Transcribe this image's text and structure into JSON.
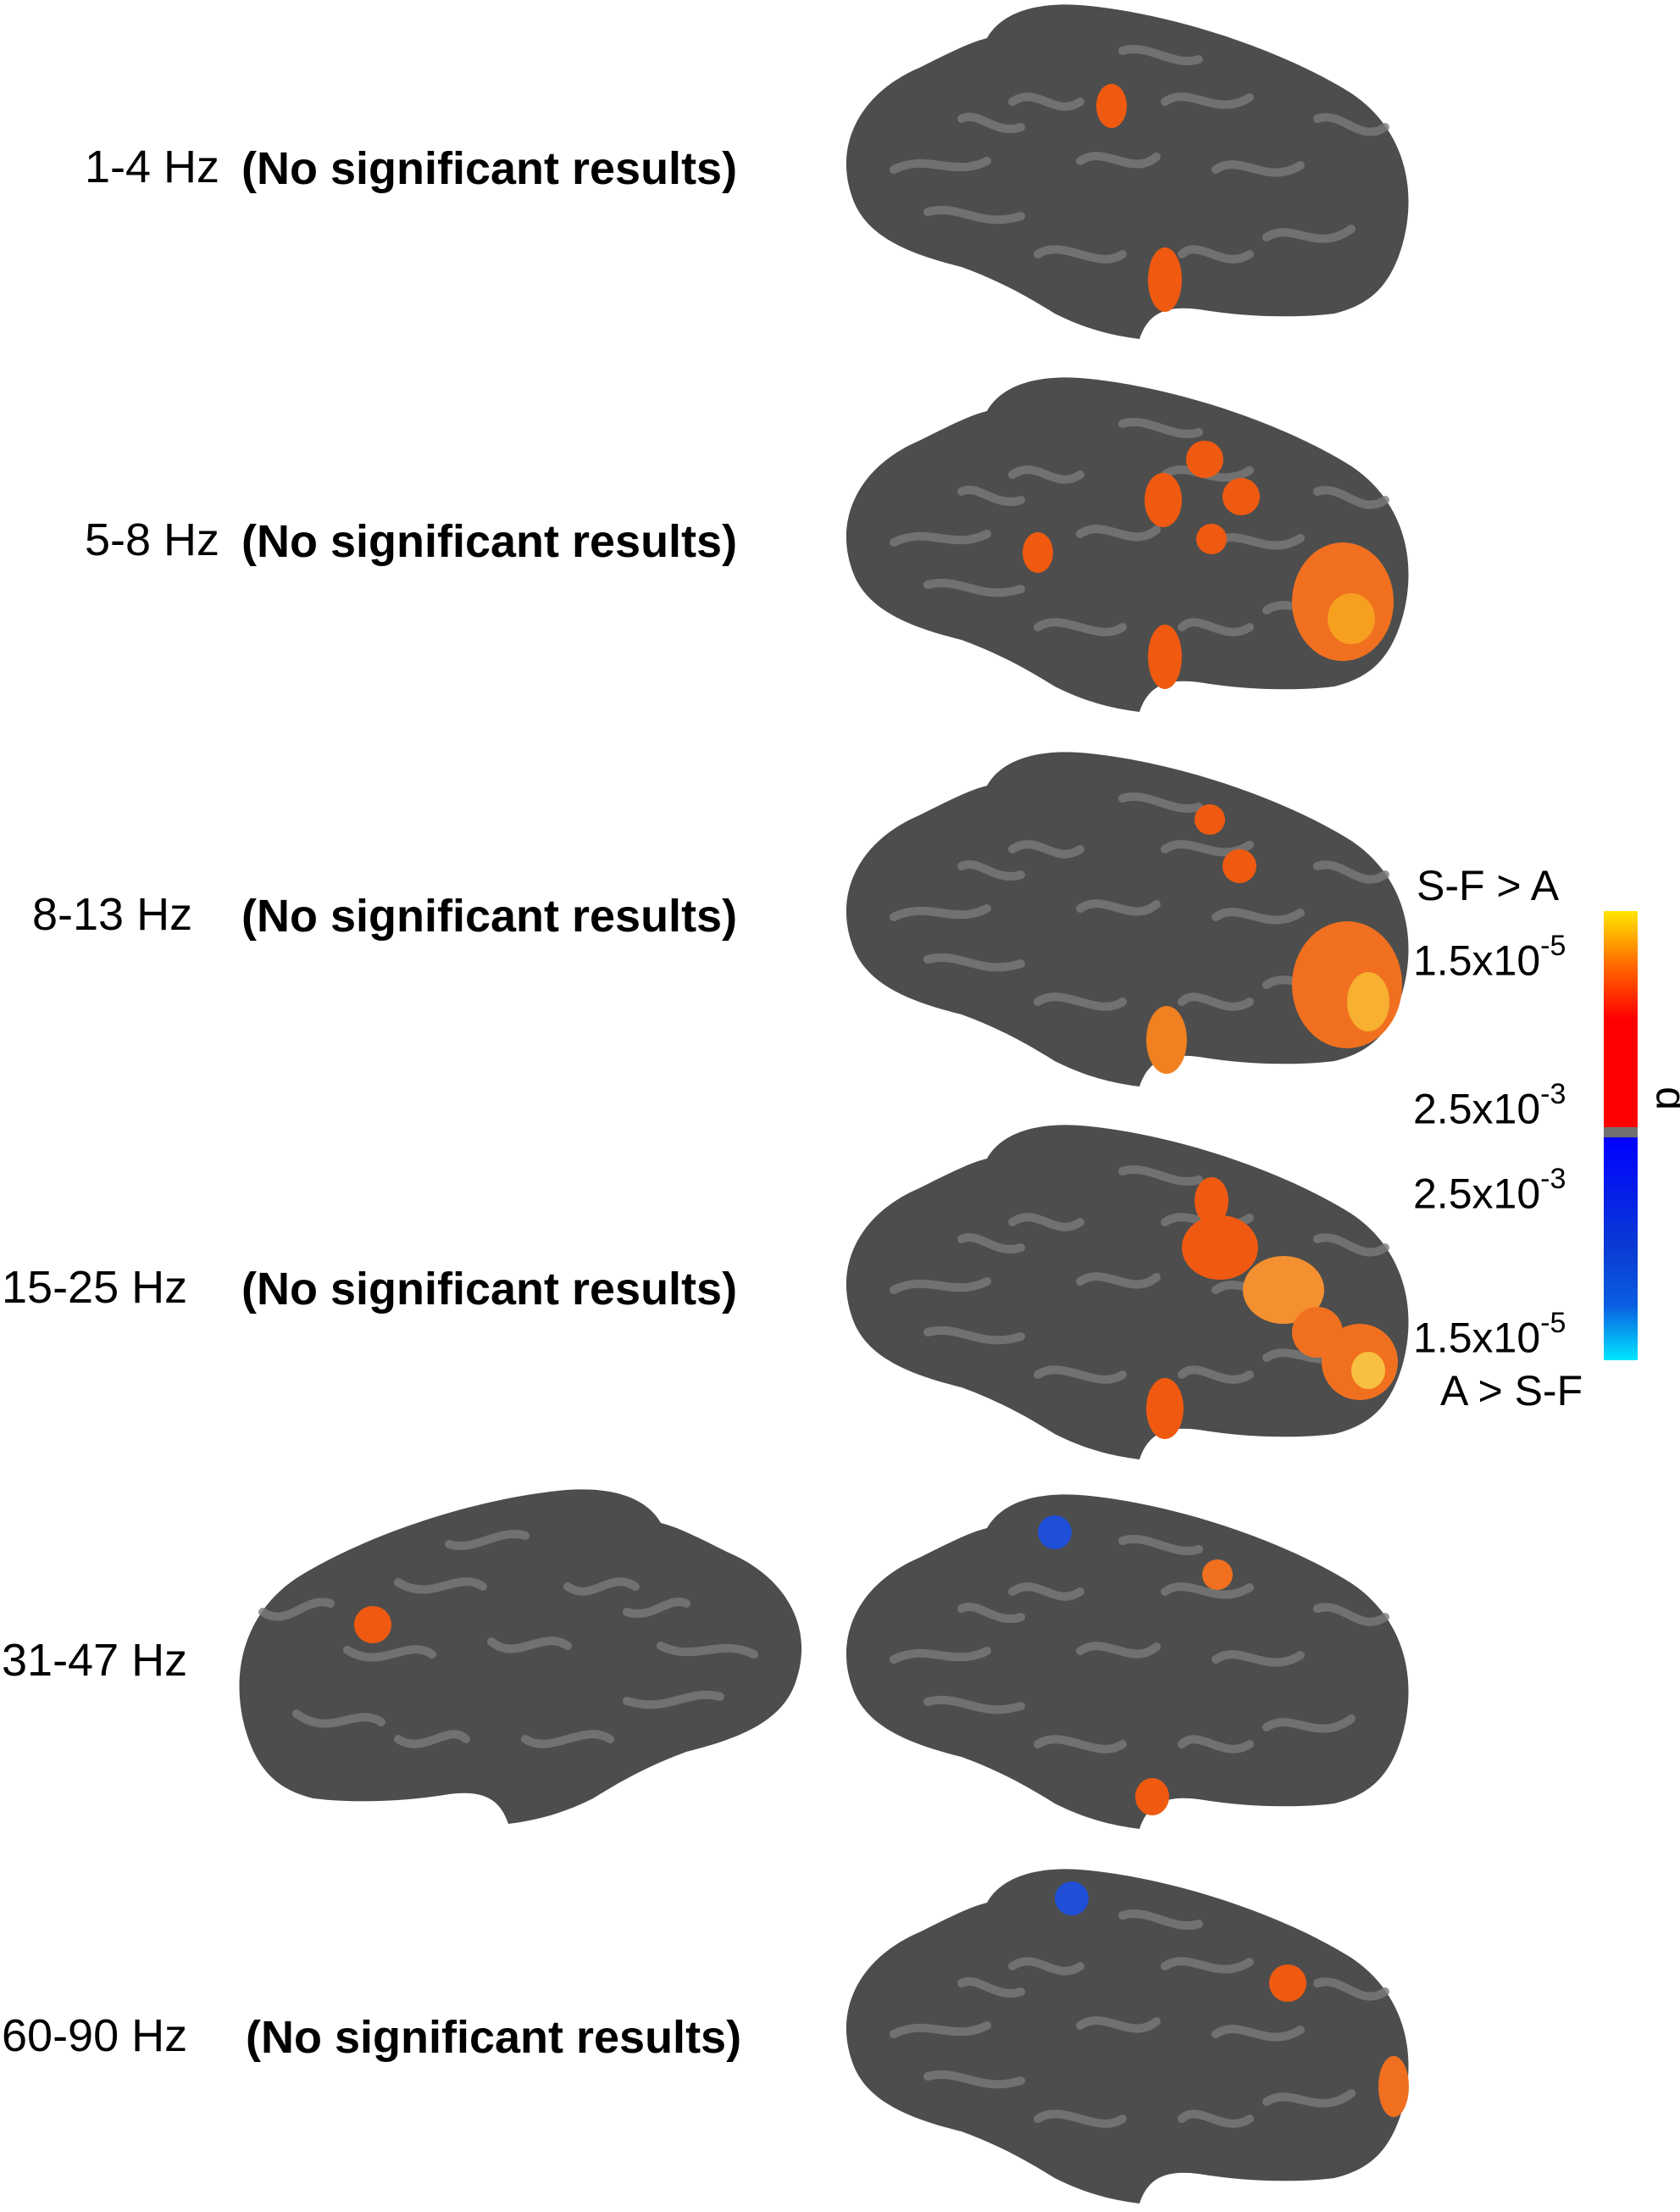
{
  "rows": [
    {
      "band": "1-4 Hz",
      "note": "(No significant results)"
    },
    {
      "band": "5-8 Hz",
      "note": "(No significant results)"
    },
    {
      "band": "8-13 Hz",
      "note": "(No significant results)"
    },
    {
      "band": "15-25 Hz",
      "note": "(No significant results)"
    },
    {
      "band": "31-47 Hz",
      "note": ""
    },
    {
      "band": "60-90 Hz",
      "note": "(No significant results)"
    }
  ],
  "colorbar": {
    "top_label": "S-F > A",
    "bottom_label": "A > S-F",
    "axis_label": "p",
    "upper_max": {
      "mantissa": "1.5x10",
      "exp": "-5"
    },
    "upper_threshold": {
      "mantissa": "2.5x10",
      "exp": "-3"
    },
    "lower_threshold": {
      "mantissa": "2.5x10",
      "exp": "-3"
    },
    "lower_max": {
      "mantissa": "1.5x10",
      "exp": "-5"
    },
    "colors": {
      "positive_top": "#ffe600",
      "positive_mid": "#ff6a00",
      "positive_low": "#ff0000",
      "threshold": "#707070",
      "negative_low": "#0000ff",
      "negative_mid": "#0a3cd4",
      "negative_top": "#00e5ff"
    }
  },
  "colors": {
    "cortex_base": "#4d4d4d",
    "cortex_sulci": "#7a7a7a",
    "activation_positive": "#f05a10",
    "activation_strong": "#f7a020",
    "activation_negative": "#1f4fd6"
  }
}
